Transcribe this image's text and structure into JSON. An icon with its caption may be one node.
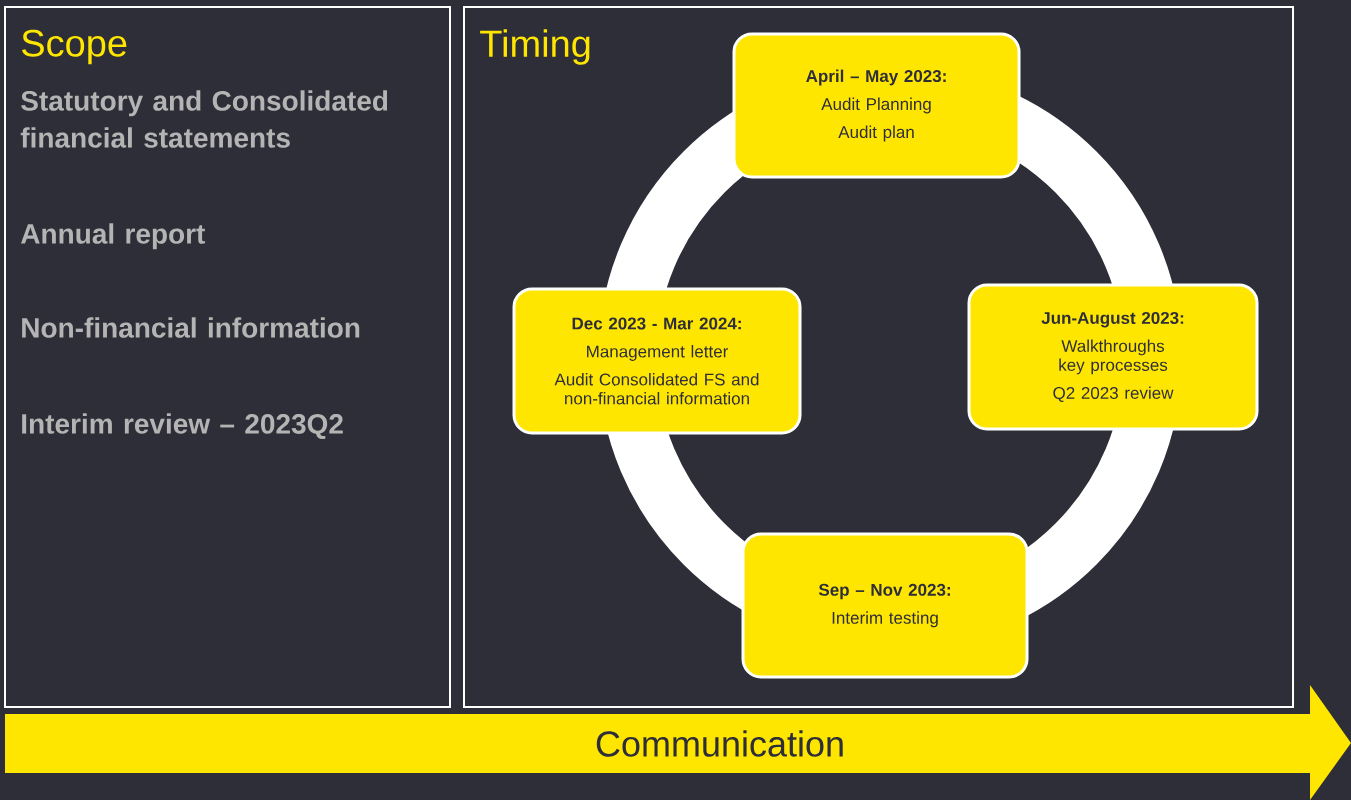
{
  "diagram": {
    "nodes": [
      {
        "text": [
          "Scope",
          "Statutory and Consolidated financial statements",
          "Annual report",
          "Non-financial information",
          "Interim review – 2023Q2"
        ]
      },
      {
        "text": [
          "Timing"
        ]
      },
      {
        "text": [
          "April – May 2023:",
          "Audit Planning",
          "Audit plan"
        ],
        "in": 1
      },
      {
        "text": [
          "Dec 2023 - Mar 2024:",
          "Management letter",
          "Audit Consolidated FS and non-financial information"
        ],
        "in": 1
      },
      {
        "text": [
          "Jun-August 2023:",
          "Walkthroughs key processes",
          "Q2 2023 review"
        ],
        "in": 1
      },
      {
        "text": [
          "Sep – Nov 2023:",
          "Interim testing"
        ],
        "in": 1
      },
      {
        "text": [
          "Communication"
        ]
      }
    ]
  }
}
